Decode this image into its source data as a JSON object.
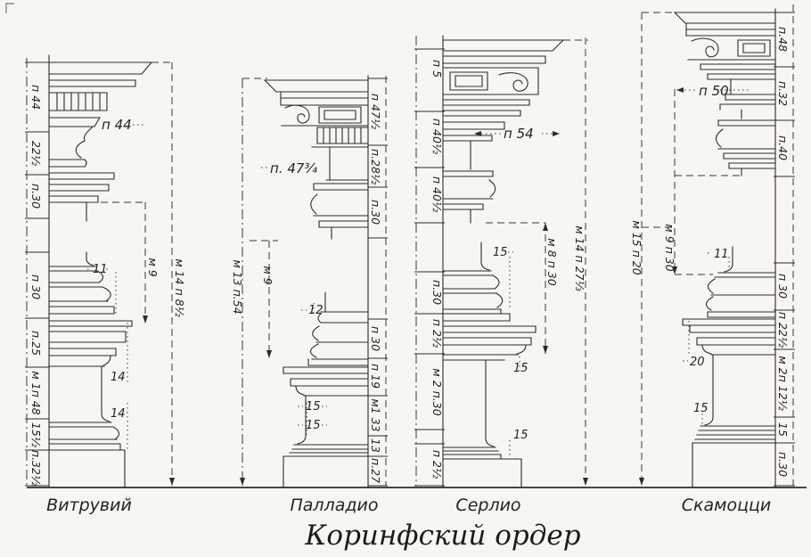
{
  "title": "Коринфский ордер",
  "orders": [
    {
      "name": "Витрувий",
      "strip": [
        "п 44",
        "22½",
        "п.30",
        "п 30",
        "п.25",
        "м 1п 48",
        "15½",
        "п.32½"
      ],
      "dims": [
        "м 9",
        "м 14 п 8½"
      ],
      "ann": [
        "п 44",
        "11",
        "14",
        "14"
      ]
    },
    {
      "name": "Палладио",
      "strip": [
        "п 47½",
        "п.28½",
        "п.30",
        "п 30",
        "п 19",
        "м1 33",
        "13",
        "п.27"
      ],
      "dims": [
        "м 9",
        "м 13 п.54"
      ],
      "ann": [
        "п. 47¾",
        "12",
        "15",
        "15"
      ]
    },
    {
      "name": "Серлио",
      "strip": [
        "п 5",
        "п 40½",
        "п 40½",
        "п.30",
        "п 2½",
        "м 2 п.30",
        "п 2½"
      ],
      "dims": [
        "м 8 п 30",
        "м 14 п 27⅓"
      ],
      "ann": [
        "п 54",
        "15",
        "15",
        "15"
      ]
    },
    {
      "name": "Скамоцци",
      "strip": [
        "п.48",
        "п.32",
        "п.40",
        "п 30",
        "п 22½",
        "м 2п 12½",
        "15",
        "п.30"
      ],
      "dims": [
        "м 9 п 30",
        "м 15 п 20"
      ],
      "ann": [
        "п 50",
        "11",
        "20",
        "15"
      ]
    }
  ],
  "colors": {
    "ink": "#2e2c28",
    "paper": "#f7f6f1"
  }
}
